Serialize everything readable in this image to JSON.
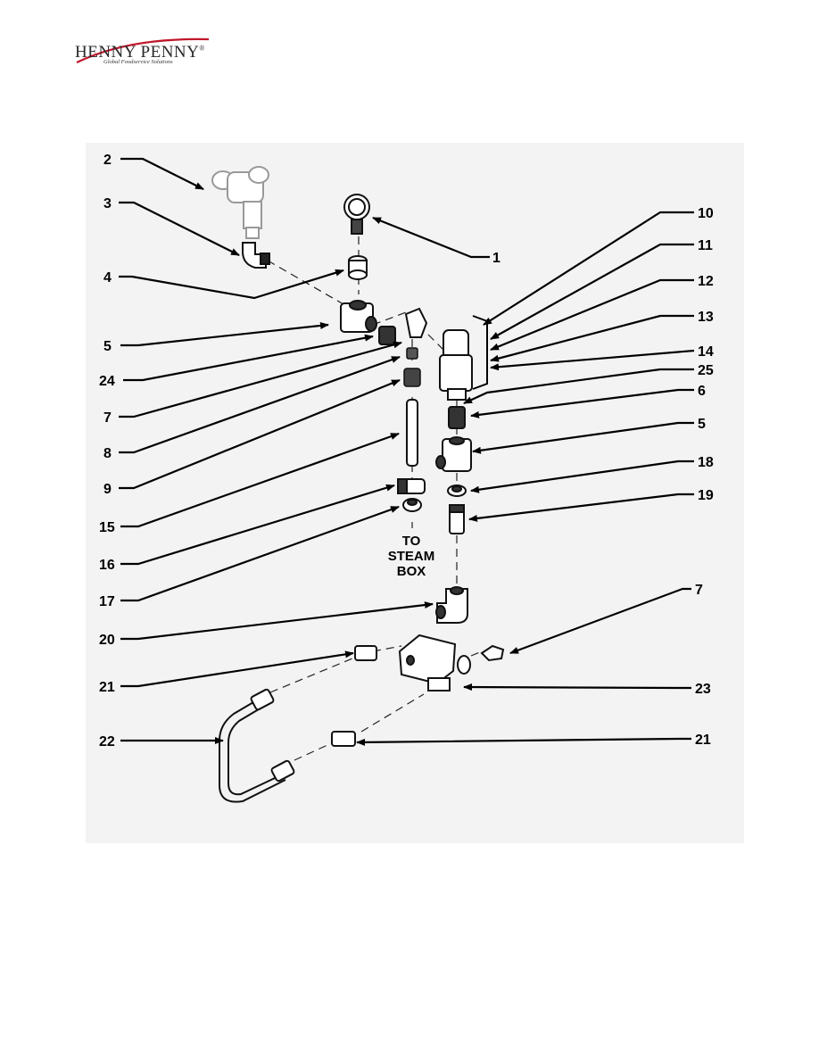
{
  "header": {
    "brand_name": "HENNY PENNY",
    "registered_mark": "®",
    "tagline": "Global Foodservice Solutions"
  },
  "diagram": {
    "callouts": {
      "c2": "2",
      "c3": "3",
      "c4": "4",
      "c5a": "5",
      "c24": "24",
      "c7a": "7",
      "c8": "8",
      "c9": "9",
      "c15": "15",
      "c16": "16",
      "c17": "17",
      "c20": "20",
      "c21a": "21",
      "c22": "22",
      "c1": "1",
      "c10": "10",
      "c11": "11",
      "c12": "12",
      "c13": "13",
      "c14": "14",
      "c25": "25",
      "c6": "6",
      "c5b": "5",
      "c18": "18",
      "c19": "19",
      "c7b": "7",
      "c23": "23",
      "c21b": "21"
    },
    "note_lines": [
      "TO",
      "STEAM",
      "BOX"
    ]
  }
}
